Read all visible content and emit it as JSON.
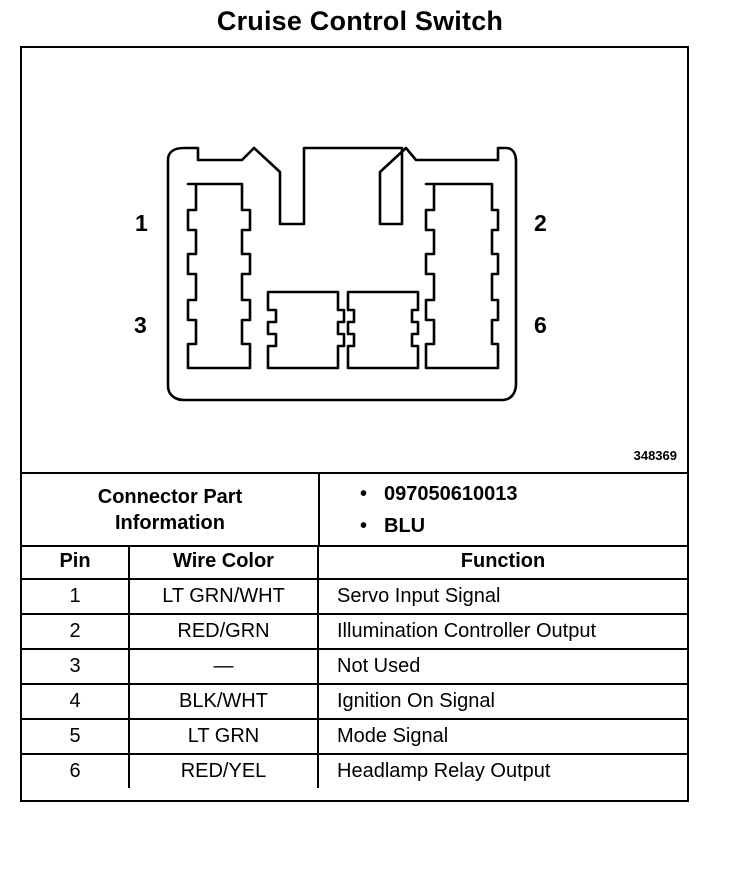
{
  "title": "Cruise Control Switch",
  "diagram": {
    "pin_labels": [
      "1",
      "2",
      "3",
      "6"
    ],
    "figure_number": "348369"
  },
  "connector_info": {
    "label_line1": "Connector Part",
    "label_line2": "Information",
    "items": [
      "097050610013",
      "BLU"
    ],
    "bullet": "•"
  },
  "table": {
    "headers": [
      "Pin",
      "Wire Color",
      "Function"
    ],
    "rows": [
      {
        "pin": "1",
        "wire": "LT GRN/WHT",
        "function": "Servo Input Signal"
      },
      {
        "pin": "2",
        "wire": "RED/GRN",
        "function": "Illumination Controller Output"
      },
      {
        "pin": "3",
        "wire": "—",
        "function": "Not Used"
      },
      {
        "pin": "4",
        "wire": "BLK/WHT",
        "function": "Ignition On Signal"
      },
      {
        "pin": "5",
        "wire": "LT GRN",
        "function": "Mode Signal"
      },
      {
        "pin": "6",
        "wire": "RED/YEL",
        "function": "Headlamp Relay Output"
      }
    ]
  }
}
